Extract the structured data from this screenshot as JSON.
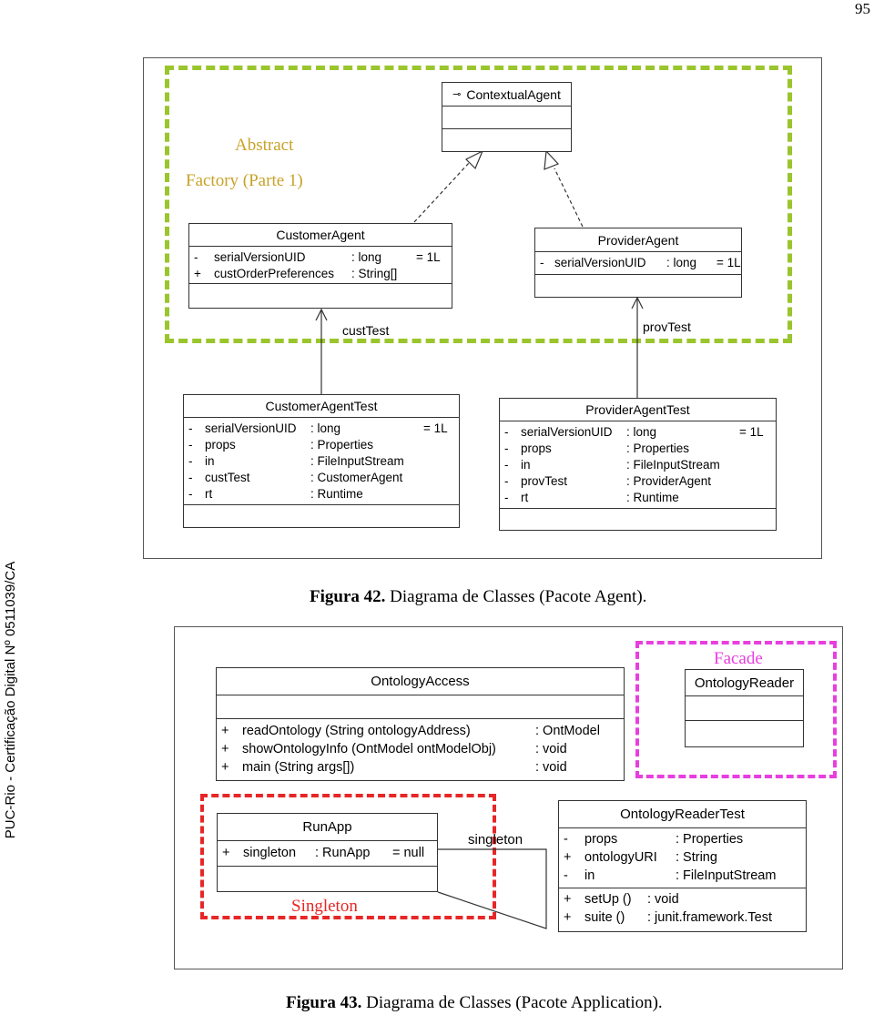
{
  "page_number": "95",
  "sidebar_text": "PUC-Rio - Certificação Digital Nº 0511039/CA",
  "figure42": {
    "caption_bold": "Figura 42.",
    "caption_text": "Diagrama de Classes (Pacote Agent).",
    "pattern_label_line1": "Abstract",
    "pattern_label_line2": "Factory (Parte 1)",
    "contextual_agent": {
      "name": "ContextualAgent"
    },
    "customer_agent": {
      "name": "CustomerAgent",
      "attributes": [
        {
          "vis": "-",
          "name": "serialVersionUID",
          "type": ": long",
          "default": "= 1L"
        },
        {
          "vis": "+",
          "name": "custOrderPreferences",
          "type": ": String[]",
          "default": ""
        }
      ]
    },
    "provider_agent": {
      "name": "ProviderAgent",
      "attributes": [
        {
          "vis": "-",
          "name": "serialVersionUID",
          "type": ": long",
          "default": "= 1L"
        }
      ]
    },
    "cust_test_label": "custTest",
    "prov_test_label": "provTest",
    "customer_agent_test": {
      "name": "CustomerAgentTest",
      "attributes": [
        {
          "vis": "-",
          "name": "serialVersionUID",
          "type": ": long",
          "default": "= 1L"
        },
        {
          "vis": "-",
          "name": "props",
          "type": ": Properties",
          "default": ""
        },
        {
          "vis": "-",
          "name": "in",
          "type": ": FileInputStream",
          "default": ""
        },
        {
          "vis": "-",
          "name": "custTest",
          "type": ": CustomerAgent",
          "default": ""
        },
        {
          "vis": "-",
          "name": "rt",
          "type": ": Runtime",
          "default": ""
        }
      ]
    },
    "provider_agent_test": {
      "name": "ProviderAgentTest",
      "attributes": [
        {
          "vis": "-",
          "name": "serialVersionUID",
          "type": ": long",
          "default": "= 1L"
        },
        {
          "vis": "-",
          "name": "props",
          "type": ": Properties",
          "default": ""
        },
        {
          "vis": "-",
          "name": "in",
          "type": ": FileInputStream",
          "default": ""
        },
        {
          "vis": "-",
          "name": "provTest",
          "type": ": ProviderAgent",
          "default": ""
        },
        {
          "vis": "-",
          "name": "rt",
          "type": ": Runtime",
          "default": ""
        }
      ]
    }
  },
  "figure43": {
    "caption_bold": "Figura 43.",
    "caption_text": "Diagrama de Classes (Pacote Application).",
    "facade_label": "Facade",
    "singleton_label": "Singleton",
    "singleton_assoc_label": "singleton",
    "ontology_access": {
      "name": "OntologyAccess",
      "operations": [
        {
          "vis": "+",
          "name": "readOntology (String ontologyAddress)",
          "type": ": OntModel"
        },
        {
          "vis": "+",
          "name": "showOntologyInfo (OntModel ontModelObj)",
          "type": ": void"
        },
        {
          "vis": "+",
          "name": "main (String args[])",
          "type": ": void"
        }
      ]
    },
    "ontology_reader": {
      "name": "OntologyReader"
    },
    "run_app": {
      "name": "RunApp",
      "attributes": [
        {
          "vis": "+",
          "name": "singleton",
          "type": ": RunApp",
          "default": "= null"
        }
      ]
    },
    "ontology_reader_test": {
      "name": "OntologyReaderTest",
      "attributes": [
        {
          "vis": "-",
          "name": "props",
          "type": ": Properties"
        },
        {
          "vis": "+",
          "name": "ontologyURI",
          "type": ": String"
        },
        {
          "vis": "-",
          "name": "in",
          "type": ": FileInputStream"
        }
      ],
      "operations": [
        {
          "vis": "+",
          "name": "setUp ()",
          "type": ": void"
        },
        {
          "vis": "+",
          "name": "suite ()",
          "type": ": junit.framework.Test"
        }
      ]
    }
  },
  "colors": {
    "abstract_factory_border": "#9ac52c",
    "abstract_factory_text": "#c9a227",
    "singleton_border": "#e82626",
    "facade_border": "#e83ee0"
  }
}
